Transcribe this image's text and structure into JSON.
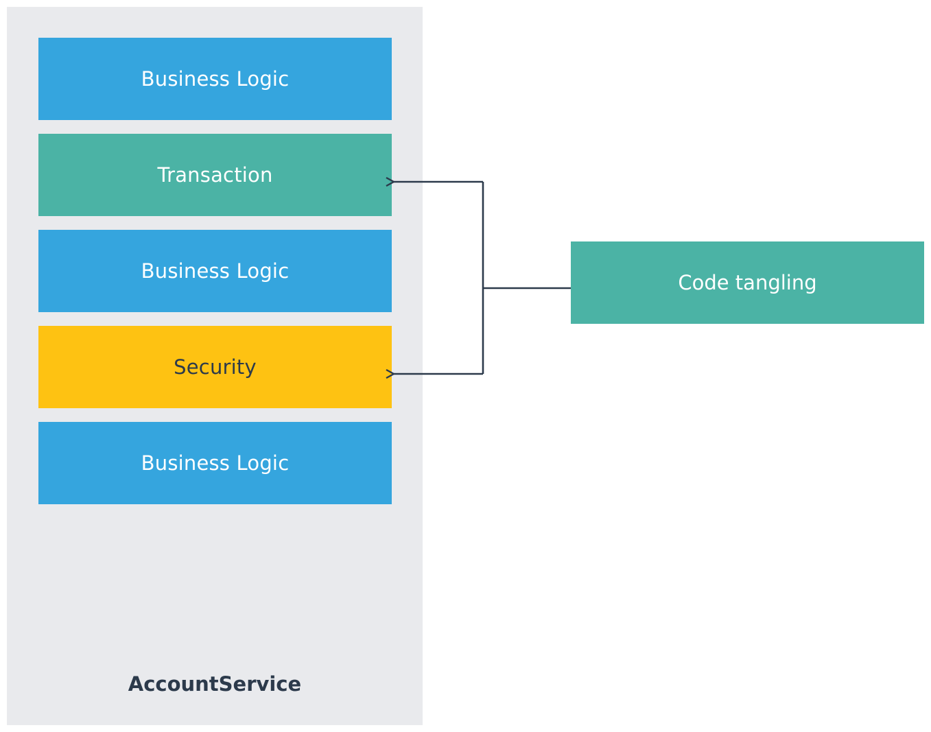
{
  "service": {
    "title": "AccountService",
    "panel_color": "#e9eaed",
    "title_color": "#2c3a4b",
    "blocks": [
      {
        "label": "Business Logic",
        "color": "#35a5de",
        "text_color": "#ffffff"
      },
      {
        "label": "Transaction",
        "color": "#4bb3a5",
        "text_color": "#ffffff"
      },
      {
        "label": "Business Logic",
        "color": "#35a5de",
        "text_color": "#ffffff"
      },
      {
        "label": "Security",
        "color": "#fec212",
        "text_color": "#2c3a4b"
      },
      {
        "label": "Business Logic",
        "color": "#35a5de",
        "text_color": "#ffffff"
      }
    ]
  },
  "concern": {
    "label": "Code tangling",
    "color": "#4bb3a5",
    "text_color": "#ffffff"
  },
  "connector": {
    "color": "#2c3a4b",
    "targets": [
      "Transaction",
      "Security"
    ]
  }
}
